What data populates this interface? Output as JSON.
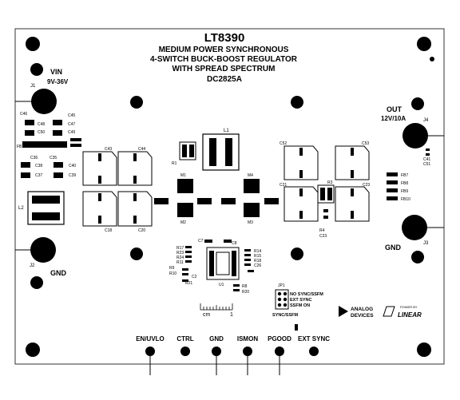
{
  "board": {
    "title": "LT8390",
    "subtitle_1": "MEDIUM POWER SYNCHRONOUS",
    "subtitle_2": "4-SWITCH BUCK-BOOST REGULATOR",
    "subtitle_3": "WITH SPREAD SPECTRUM",
    "board_id": "DC2825A"
  },
  "terminals": {
    "vin_label": "VIN",
    "vin_range": "9V-36V",
    "j1": "J1",
    "out_label": "OUT",
    "out_rating": "12V/10A",
    "j4": "J4",
    "gnd_left": "GND",
    "j2": "J2",
    "gnd_right": "GND",
    "j3": "J3"
  },
  "components": {
    "c46": "C46",
    "c45": "C45",
    "c48": "C48",
    "c47": "C47",
    "c50": "C50",
    "c49": "C49",
    "fb1": "FB1",
    "c36": "C36",
    "c35": "C35",
    "c38": "C38",
    "c40": "C40",
    "c37": "C37",
    "c39": "C39",
    "c43": "C43",
    "c44": "C44",
    "c18": "C18",
    "c20": "C20",
    "l1": "L1",
    "r1": "R1",
    "m1": "M1",
    "m2": "M2",
    "m3": "M3",
    "m4": "M4",
    "l2": "L2",
    "c52": "C52",
    "c53": "C53",
    "c21": "C21",
    "c23": "C23",
    "r3": "R3",
    "r4": "R4",
    "c23b": "C23",
    "c41": "C41",
    "c51": "C51",
    "fb7": "FB7",
    "fb8": "FB8",
    "fb9": "FB9",
    "fb10": "FB10",
    "c7": "C7",
    "c8": "C8",
    "r9": "R9",
    "r10": "R10",
    "r17": "R17",
    "r23": "R23",
    "r24": "R24",
    "r11": "R11",
    "c2": "C2",
    "u1": "U1",
    "r14": "R14",
    "r15": "R15",
    "r18": "R18",
    "c26": "C26",
    "r21": "R21",
    "r8": "R8",
    "r20": "R20",
    "jp1": "JP1"
  },
  "jumper": {
    "opt_1": "NO SYNC/SSFM",
    "opt_2": "EXT SYNC",
    "opt_3": "SSFM ON",
    "caption": "SYNC/SSFM"
  },
  "ruler": {
    "label": "cm",
    "one": "1"
  },
  "logos": {
    "analog_1": "ANALOG",
    "analog_2": "DEVICES",
    "powered_by": "POWER BY",
    "linear": "LINEAR"
  },
  "pins": {
    "en_uvlo": "EN/UVLO",
    "ctrl": "CTRL",
    "gnd": "GND",
    "ismon": "ISMON",
    "pgood": "PGOOD",
    "ext_sync": "EXT SYNC"
  },
  "colors": {
    "ink": "#000000",
    "board": "#ffffff",
    "outline": "#333333"
  }
}
